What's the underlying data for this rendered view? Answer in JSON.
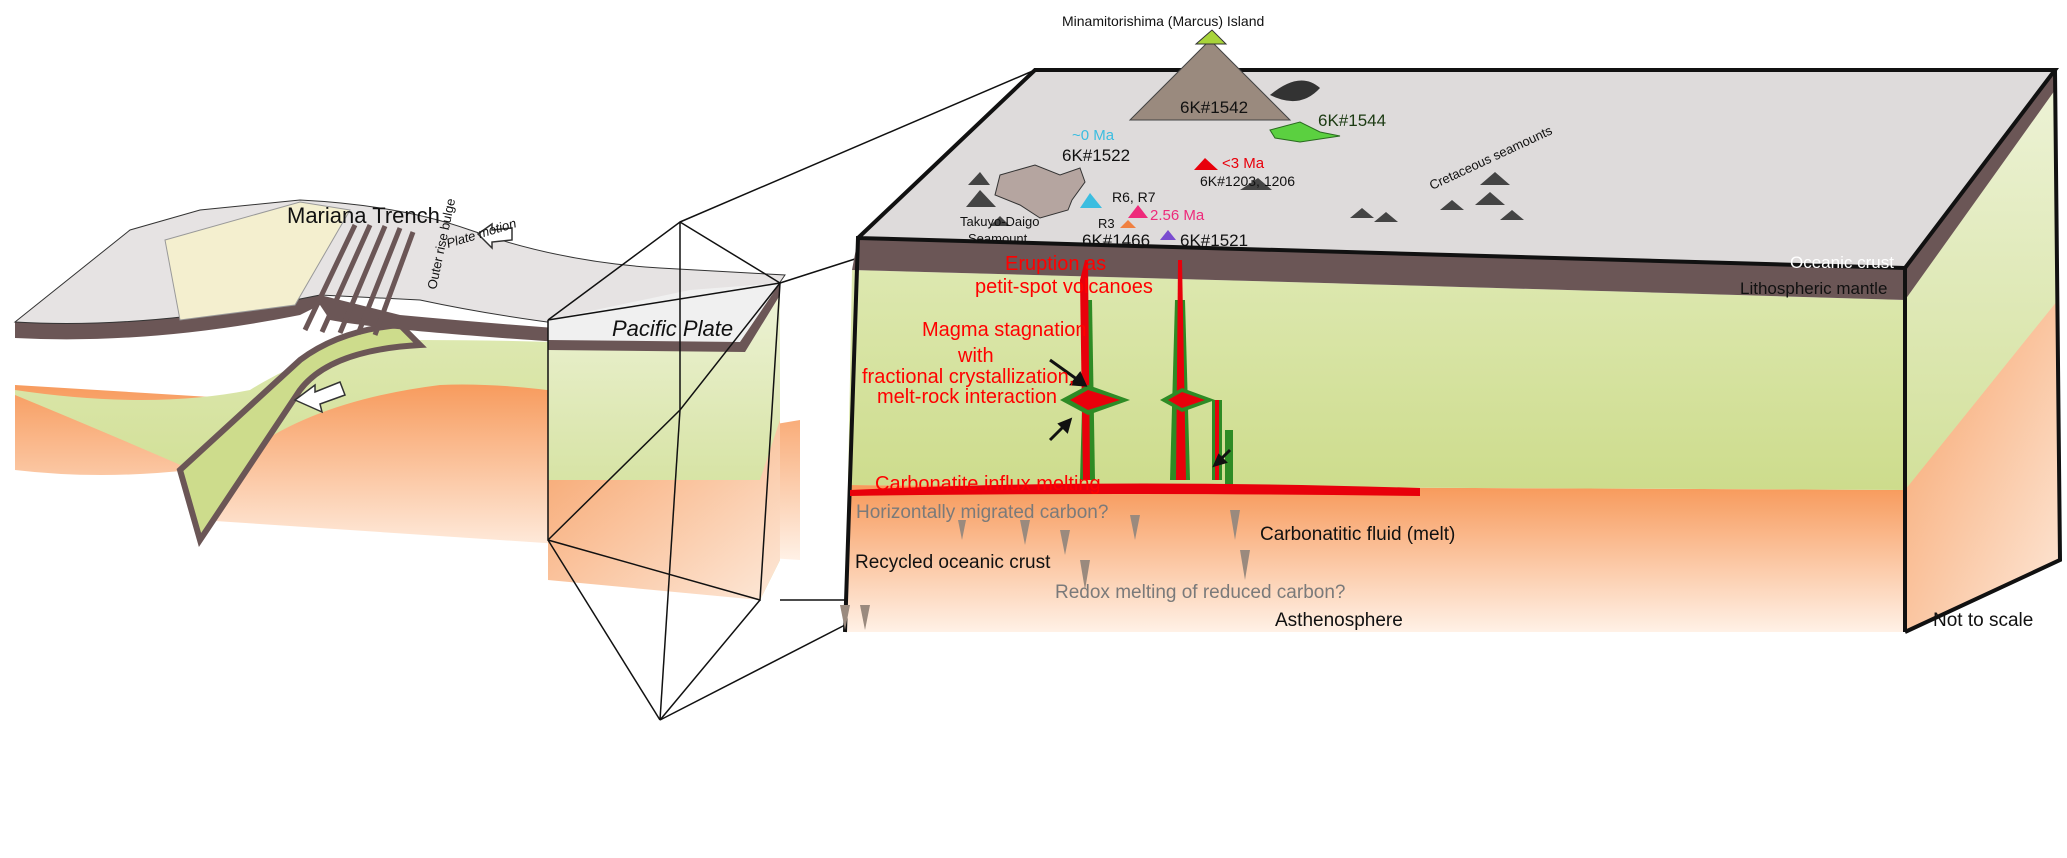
{
  "colors": {
    "seafloor": "#dedbdb",
    "crust": "#6b5656",
    "mantle": "#d3e09a",
    "asthenosphere": "#f9a66c",
    "magma": "#e8000b",
    "magma_rim": "#2e8b25",
    "label_red": "#ff0000",
    "age_cyan": "#3bbde0",
    "age_pink": "#ee2a7b",
    "age_red": "#e8000b",
    "label_gray": "#7a7a7a"
  },
  "left_block": {
    "trench_label": "Mariana Trench",
    "bulge_label": "Outer rise bulge",
    "motion_label": "Plate motion",
    "plate_label": "Pacific Plate"
  },
  "right_block": {
    "island_label": "Minamitorishima (Marcus) Island",
    "site_1542": "6K#1542",
    "site_1544": "6K#1544",
    "age_0": "~0 Ma",
    "site_1522": "6K#1522",
    "age_3": "<3 Ma",
    "site_1203": "6K#1203, 1206",
    "cretaceous": "Cretaceous seamounts",
    "takuyo": "Takuyo-Daigo",
    "takuyo2": "Seamount",
    "r6r7": "R6, R7",
    "age_256": "2.56 Ma",
    "r3": "R3",
    "site_1466": "6K#1466",
    "site_1521": "6K#1521",
    "oceanic_crust": "Oceanic crust",
    "lith_mantle": "Lithospheric mantle",
    "eruption_1": "Eruption as",
    "eruption_2": "petit-spot volcanoes",
    "magma_1": "Magma stagnation",
    "magma_2": "with",
    "magma_3": "fractional crystallization,",
    "magma_4": "melt-rock interaction",
    "carbonatite": "Carbonatite influx melting",
    "horiz_carbon": "Horizontally migrated carbon?",
    "recycled": "Recycled oceanic crust",
    "carb_fluid": "Carbonatitic fluid (melt)",
    "redox": "Redox melting of reduced carbon?",
    "astheno": "Asthenosphere",
    "not_to_scale": "Not to scale"
  }
}
